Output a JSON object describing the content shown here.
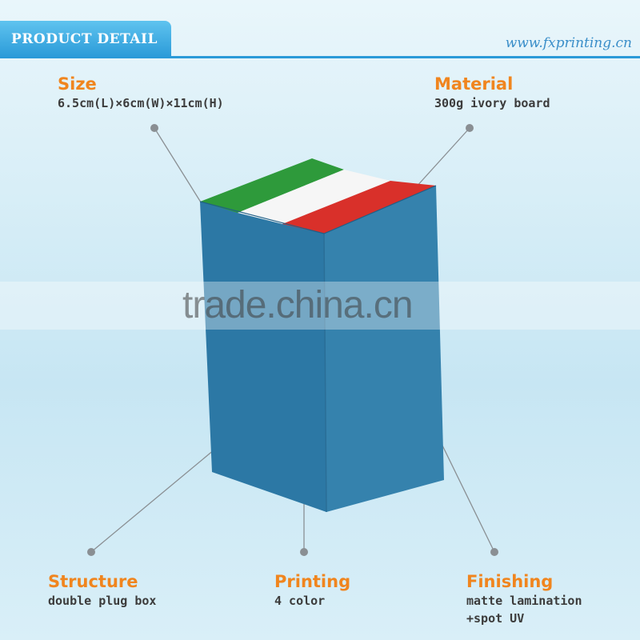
{
  "header": {
    "tab_label": "PRODUCT DETAIL",
    "website": "www.fxprinting.cn"
  },
  "specs": {
    "size": {
      "title": "Size",
      "value": "6.5cm(L)×6cm(W)×11cm(H)"
    },
    "material": {
      "title": "Material",
      "value": "300g ivory board"
    },
    "structure": {
      "title": "Structure",
      "value": "double plug box"
    },
    "printing": {
      "title": "Printing",
      "value": "4 color"
    },
    "finishing": {
      "title": "Finishing",
      "value_line1": "matte lamination",
      "value_line2": "+spot UV"
    }
  },
  "watermark": "trade.china.cn",
  "colors": {
    "accent_orange": "#f0851e",
    "header_blue": "#2a9ad8",
    "box_blue": "#2f7aa8",
    "flag_green": "#2e9a3b",
    "flag_white": "#f6f6f6",
    "flag_red": "#d9302a",
    "pointer_gray": "#8a8f93"
  }
}
